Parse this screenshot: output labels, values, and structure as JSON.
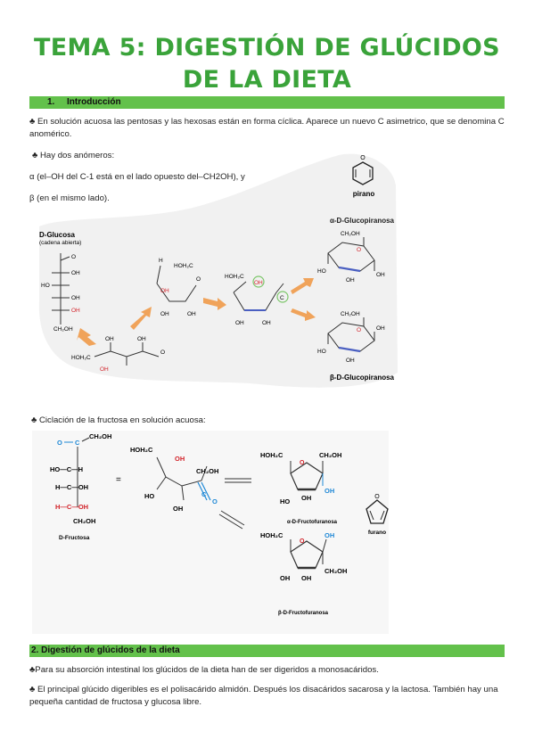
{
  "title": {
    "line1": "TEMA 5: DIGESTIÓN DE GLÚCIDOS",
    "line2": "DE LA DIETA"
  },
  "section1": {
    "heading_num": "1.",
    "heading": "Introducción",
    "p1": "♣ En solución acuosa las pentosas y las hexosas están en forma cíclica. Aparece un nuevo C asimetrico, que se denomina C anomérico.",
    "p2": "♣ Hay dos anómeros:",
    "p3": "α (el–OH del C-1 está en el lado opuesto del–CH2OH), y",
    "p4": "β (en el mismo lado)."
  },
  "figure1": {
    "glucosa_label": "D-Glucosa",
    "glucosa_sub": "(cadena abierta)",
    "pirano": "pirano",
    "alpha_label": "α-D-Glucopiranosa",
    "beta_label": "β-D-Glucopiranosa",
    "atoms": {
      "O": "O",
      "OH": "OH",
      "HO": "HO",
      "H": "H",
      "C": "C",
      "CH2OH": "CH₂OH",
      "HOH2C": "HOH₂C"
    }
  },
  "section1b": {
    "p5": "♣ Ciclación de la fructosa en solución acuosa:"
  },
  "figure2": {
    "fructosa_label": "D-Fructosa",
    "alpha_label": "α-D-Fructofuranosa",
    "beta_label": "β-D-Fructofuranosa",
    "furano": "furano",
    "equals": "=",
    "atoms": {
      "O": "O",
      "OH": "OH",
      "HO": "HO",
      "H": "H",
      "C": "C",
      "CH2OH": "CH₂OH",
      "HOH2C": "HOH₂C",
      "HO_C_H": "HO—C—H",
      "H_C_OH": "H—C—OH"
    }
  },
  "section2": {
    "heading": "2. Digestión de glúcidos de la dieta",
    "p1": "♣Para su absorción intestinal los glúcidos de la dieta han de ser digeridos a monosacáridos.",
    "p2": "♣ El principal glúcido digeribles es el polisacárido almidón. Después los disacáridos sacarosa y la lactosa. También hay una pequeña cantidad de fructosa y glucosa libre."
  },
  "colors": {
    "title": "#3aa33a",
    "bar": "#63c14b",
    "hydroxyl": "#d2232a",
    "blue": "#1e88d6",
    "ring_bond": "#4a5fc1",
    "arrow": "#f0a35a",
    "blob": "#f1f1f1"
  }
}
